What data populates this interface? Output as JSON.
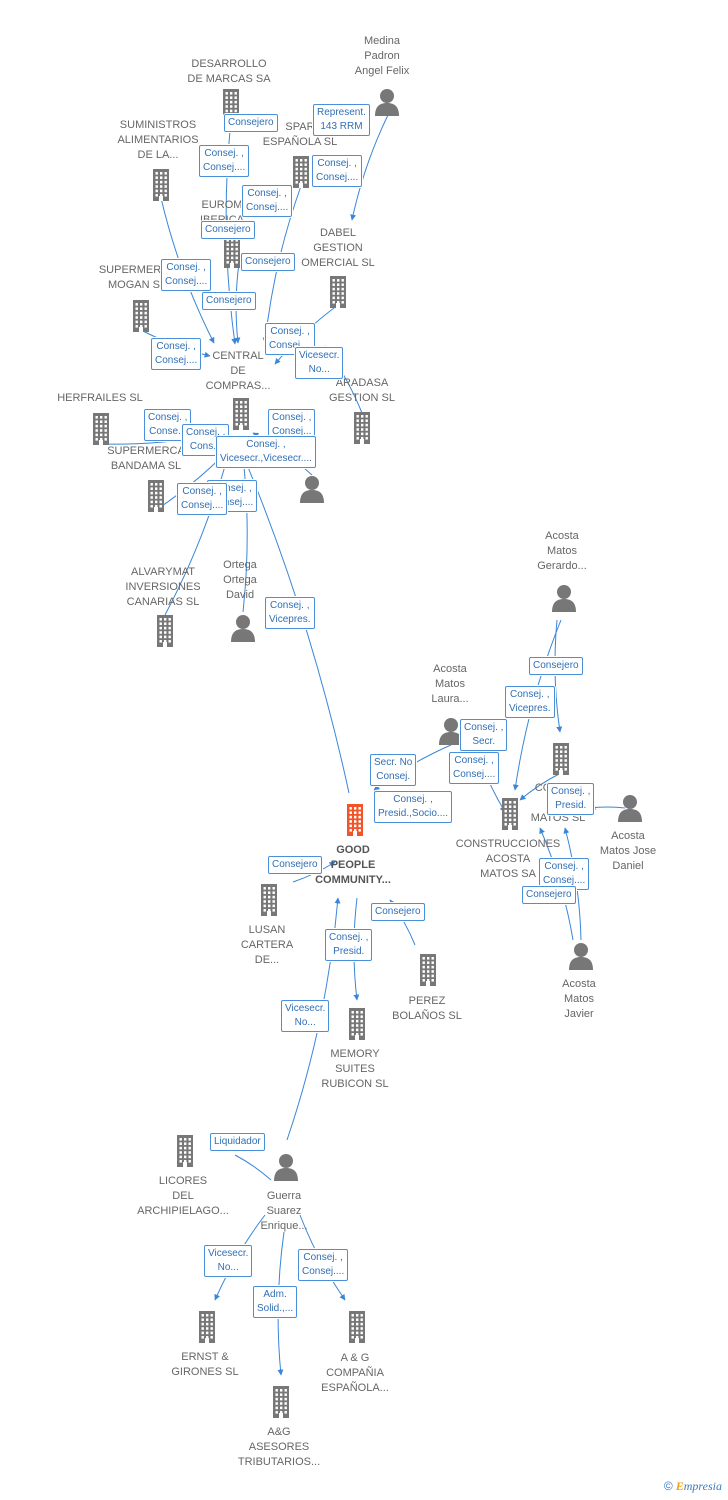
{
  "colors": {
    "edge": "#3a86d8",
    "icon": "#777777",
    "focus": "#f0552a",
    "tag_border": "#4a90d9",
    "tag_text": "#2f6fb5"
  },
  "nodes": [
    {
      "id": "desarrollo",
      "kind": "company",
      "icon": "building-icon",
      "lines": [
        "DESARROLLO",
        "DE MARCAS SA"
      ]
    },
    {
      "id": "medina",
      "kind": "person",
      "icon": "person-icon",
      "lines": [
        "Medina",
        "Padron",
        "Angel Felix"
      ]
    },
    {
      "id": "suministros",
      "kind": "company",
      "icon": "building-icon",
      "lines": [
        "SUMINISTROS",
        "ALIMENTARIOS",
        "DE LA..."
      ]
    },
    {
      "id": "espar",
      "kind": "company",
      "icon": "building-icon",
      "lines": [
        "SPAR",
        "ESPAÑOLA SL"
      ]
    },
    {
      "id": "eurom",
      "kind": "company",
      "icon": "building-icon",
      "lines": [
        "EUROM",
        "IBERICA"
      ]
    },
    {
      "id": "dabel",
      "kind": "company",
      "icon": "building-icon",
      "lines": [
        "DABEL",
        "GESTION",
        "OMERCIAL SL"
      ]
    },
    {
      "id": "mogan",
      "kind": "company",
      "icon": "building-icon",
      "lines": [
        "SUPERMERC",
        "MOGAN S"
      ]
    },
    {
      "id": "central",
      "kind": "company",
      "icon": "building-icon",
      "lines": [
        "CENTRAL",
        "DE",
        "COMPRAS..."
      ]
    },
    {
      "id": "aradasa",
      "kind": "company",
      "icon": "building-icon",
      "lines": [
        "ARADASA",
        "GESTION SL"
      ]
    },
    {
      "id": "herfrailes",
      "kind": "company",
      "icon": "building-icon",
      "lines": [
        "HERFRAILES SL"
      ]
    },
    {
      "id": "bandama",
      "kind": "company",
      "icon": "building-icon",
      "lines": [
        "SUPERMERCA",
        "BANDAMA SL"
      ]
    },
    {
      "id": "anon1",
      "kind": "person",
      "icon": "person-icon",
      "lines": []
    },
    {
      "id": "alvarymat",
      "kind": "company",
      "icon": "building-icon",
      "lines": [
        "ALVARYMAT",
        "INVERSIONES",
        "CANARIAS   SL"
      ]
    },
    {
      "id": "ortega",
      "kind": "person",
      "icon": "person-icon",
      "lines": [
        "Ortega",
        "Ortega",
        "David"
      ]
    },
    {
      "id": "gerardo",
      "kind": "person",
      "icon": "person-icon",
      "lines": [
        "Acosta",
        "Matos",
        "Gerardo..."
      ]
    },
    {
      "id": "laura",
      "kind": "person",
      "icon": "person-icon",
      "lines": [
        "Acosta",
        "Matos",
        "Laura..."
      ]
    },
    {
      "id": "cam_upper",
      "kind": "company",
      "icon": "building-icon",
      "lines": [
        "CONSTR",
        "A",
        "MATOS SL"
      ]
    },
    {
      "id": "josedaniel",
      "kind": "person",
      "icon": "person-icon",
      "lines": [
        "Acosta",
        "Matos Jose",
        "Daniel"
      ]
    },
    {
      "id": "cam_sa",
      "kind": "company",
      "icon": "building-icon",
      "lines": [
        "CONSTRUCCIONES",
        "ACOSTA",
        "MATOS SA"
      ]
    },
    {
      "id": "good",
      "kind": "focus",
      "icon": "building-icon",
      "lines": [
        "GOOD",
        "PEOPLE",
        "COMMUNITY..."
      ]
    },
    {
      "id": "lusan",
      "kind": "company",
      "icon": "building-icon",
      "lines": [
        "LUSAN",
        "CARTERA",
        "DE..."
      ]
    },
    {
      "id": "javier",
      "kind": "person",
      "icon": "person-icon",
      "lines": [
        "Acosta",
        "Matos",
        "Javier"
      ]
    },
    {
      "id": "perez",
      "kind": "company",
      "icon": "building-icon",
      "lines": [
        "PEREZ",
        "BOLAÑOS SL"
      ]
    },
    {
      "id": "memory",
      "kind": "company",
      "icon": "building-icon",
      "lines": [
        "MEMORY",
        "SUITES",
        "RUBICON  SL"
      ]
    },
    {
      "id": "licores",
      "kind": "company",
      "icon": "building-icon",
      "lines": [
        "LICORES",
        "DEL",
        "ARCHIPIELAGO..."
      ]
    },
    {
      "id": "guerra",
      "kind": "person",
      "icon": "person-icon",
      "lines": [
        "Guerra",
        "Suarez",
        "Enrique..."
      ]
    },
    {
      "id": "ernst",
      "kind": "company",
      "icon": "building-icon",
      "lines": [
        "ERNST &",
        "GIRONES SL"
      ]
    },
    {
      "id": "ag_comp",
      "kind": "company",
      "icon": "building-icon",
      "lines": [
        "A & G",
        "COMPAÑIA",
        "ESPAÑOLA..."
      ]
    },
    {
      "id": "ag_ases",
      "kind": "company",
      "icon": "building-icon",
      "lines": [
        "A&G",
        "ASESORES",
        "TRIBUTARIOS..."
      ]
    }
  ],
  "tags": [
    {
      "lines": [
        "Consejero"
      ]
    },
    {
      "lines": [
        "Represent.",
        "143 RRM"
      ]
    },
    {
      "lines": [
        "Consej. ,",
        "Consej...."
      ]
    },
    {
      "lines": [
        "Consej. ,",
        "Consej...."
      ]
    },
    {
      "lines": [
        "Consej. ,",
        "Consej...."
      ]
    },
    {
      "lines": [
        "Consejero"
      ]
    },
    {
      "lines": [
        "Consej. ,",
        "Consej...."
      ]
    },
    {
      "lines": [
        "Consejero"
      ]
    },
    {
      "lines": [
        "Consejero"
      ]
    },
    {
      "lines": [
        "Consej. ,",
        "Consej...."
      ]
    },
    {
      "lines": [
        "Consej. ,",
        "Consej...."
      ]
    },
    {
      "lines": [
        "Vicesecr.",
        "No..."
      ]
    },
    {
      "lines": [
        "Consej. ,",
        "Conse..."
      ]
    },
    {
      "lines": [
        "Consej. ,",
        "Consej..."
      ]
    },
    {
      "lines": [
        "Consej. ,",
        "Cons..."
      ]
    },
    {
      "lines": [
        "Consej. ,",
        "Vicesecr.,Vicesecr...."
      ]
    },
    {
      "lines": [
        "Consej. ,",
        "Consej...."
      ]
    },
    {
      "lines": [
        "Consej. ,",
        "Consej...."
      ]
    },
    {
      "lines": [
        "Consej. ,",
        "Vicepres."
      ]
    },
    {
      "lines": [
        "Consejero"
      ]
    },
    {
      "lines": [
        "Consej. ,",
        "Vicepres."
      ]
    },
    {
      "lines": [
        "Consej. ,",
        "Secr."
      ]
    },
    {
      "lines": [
        "Secr.  No",
        "Consej."
      ]
    },
    {
      "lines": [
        "Consej. ,",
        "Consej...."
      ]
    },
    {
      "lines": [
        "Consej. ,",
        "Presid.,Socio...."
      ]
    },
    {
      "lines": [
        "Consej. ,",
        "Presid."
      ]
    },
    {
      "lines": [
        "Consejero"
      ]
    },
    {
      "lines": [
        "Consej. ,",
        "Consej...."
      ]
    },
    {
      "lines": [
        "Consejero"
      ]
    },
    {
      "lines": [
        "Consejero"
      ]
    },
    {
      "lines": [
        "Consej. ,",
        "Presid."
      ]
    },
    {
      "lines": [
        "Vicesecr.",
        "No..."
      ]
    },
    {
      "lines": [
        "Liquidador"
      ]
    },
    {
      "lines": [
        "Vicesecr.",
        "No..."
      ]
    },
    {
      "lines": [
        "Consej. ,",
        "Consej...."
      ]
    },
    {
      "lines": [
        "Adm.",
        "Solid.,..."
      ]
    }
  ],
  "footer": {
    "copyright": "©",
    "brand_first": "E",
    "brand_rest": "mpresia"
  }
}
